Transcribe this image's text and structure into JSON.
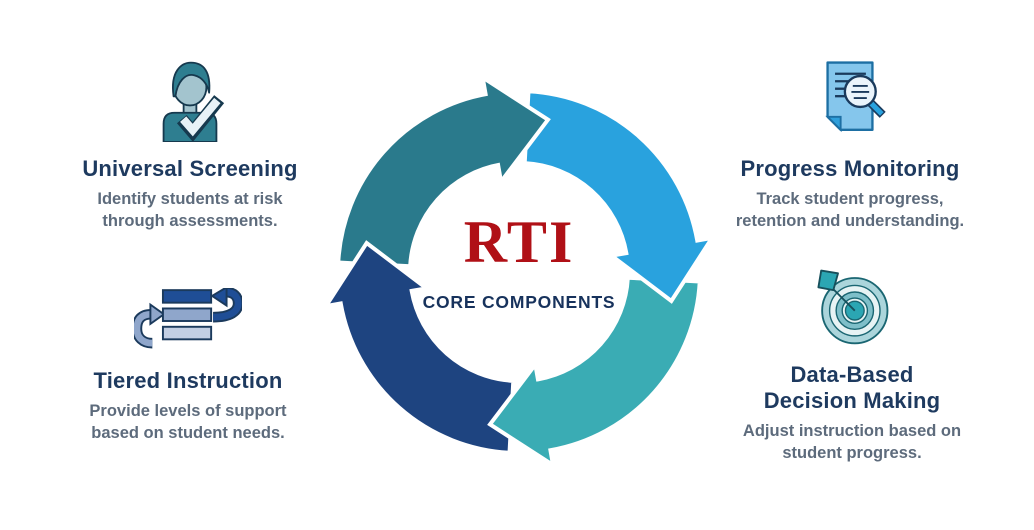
{
  "center": {
    "title": "RTI",
    "subtitle": "CORE COMPONENTS",
    "title_color": "#B01016",
    "subtitle_color": "#17325C"
  },
  "components": [
    {
      "id": "universal-screening",
      "title": "Universal Screening",
      "description": "Identify students at risk\nthrough assessments.",
      "icon": "person-check-icon"
    },
    {
      "id": "progress-monitoring",
      "title": "Progress Monitoring",
      "description": "Track student progress,\nretention and understanding.",
      "icon": "document-magnifier-icon"
    },
    {
      "id": "tiered-instruction",
      "title": "Tiered Instruction",
      "description": "Provide levels of support\nbased on student needs.",
      "icon": "tiered-bars-cycle-icon"
    },
    {
      "id": "data-based-decision-making",
      "title": "Data-Based\nDecision Making",
      "description": "Adjust instruction based on\nstudent progress.",
      "icon": "target-dart-icon"
    }
  ],
  "cycle_colors": {
    "top_left_arrow": "#2A7A8C",
    "top_right_arrow": "#29A2DE",
    "bottom_right_arrow": "#3AACB4",
    "bottom_left_arrow": "#1E4480"
  },
  "text_colors": {
    "heading": "#1E3A5F",
    "body": "#5D6B7C"
  }
}
